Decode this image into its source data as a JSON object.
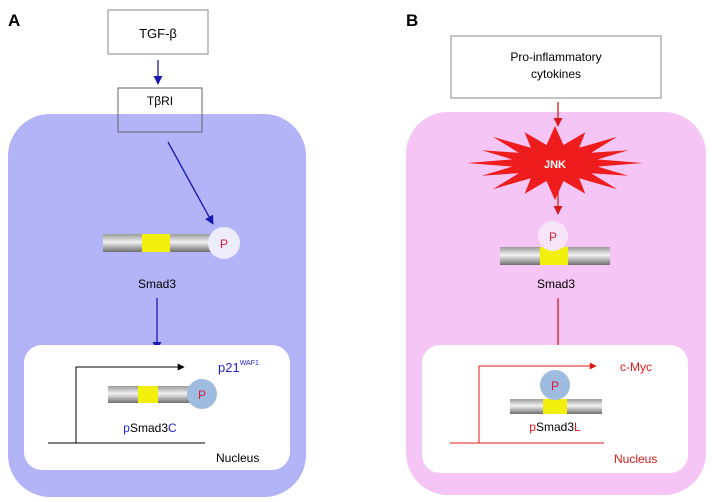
{
  "panel_a": {
    "letter": "A",
    "ligand": "TGF-β",
    "receptor": "TβRI",
    "protein": "Smad3",
    "phospho": "P",
    "nuclear_phospho": "P",
    "target_gene": "p21",
    "target_gene_sup": "WAF1",
    "nuclear_protein_prefix": "p",
    "nuclear_protein_core": "Smad3",
    "nuclear_protein_suffix": "C",
    "nucleus": "Nucleus",
    "colors": {
      "cell": "#b3b3f7",
      "arrow": "#1a1ab3",
      "accent": "#2222cc",
      "phospho_text": "#d61a3c"
    }
  },
  "panel_b": {
    "letter": "B",
    "stimulus_line1": "Pro-inflammatory",
    "stimulus_line2": "cytokines",
    "kinase": "JNK",
    "protein": "Smad3",
    "phospho": "P",
    "nuclear_phospho": "P",
    "target_gene": "c-Myc",
    "nuclear_protein_prefix": "p",
    "nuclear_protein_core": "Smad3",
    "nuclear_protein_suffix": "L",
    "nucleus": "Nucleus",
    "colors": {
      "cell": "#f5c6f5",
      "arrow": "#d61a1a",
      "accent": "#e01a1a",
      "kinase": "#ee1c1c"
    }
  }
}
